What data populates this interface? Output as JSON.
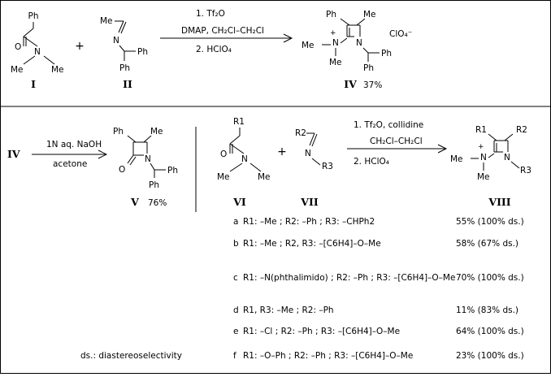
{
  "reaction1": {
    "compound1_substituents": {
      "top": "Ph",
      "o": "O",
      "n": "N",
      "me_left": "Me",
      "me_right": "Me"
    },
    "plus": "+",
    "compound2_substituents": {
      "me": "Me",
      "n": "N",
      "ph_right": "Ph",
      "ph_down": "Ph"
    },
    "steps": [
      "1.  Tf₂O",
      "DMAP,  CH₂Cl–CH₂Cl",
      "2.  HClO₄"
    ],
    "product": {
      "ph": "Ph",
      "me": "Me",
      "n_plus": "N",
      "plus": "+",
      "me1": "Me",
      "me2": "Me",
      "n": "N",
      "ph_right": "Ph",
      "ph_down": "Ph",
      "counterion": "ClO₄⁻",
      "yield": "37%"
    },
    "labels": {
      "i": "I",
      "ii": "II",
      "iv": "IV"
    }
  },
  "reaction2": {
    "start": "IV",
    "steps": [
      "1N  aq.  NaOH",
      "acetone"
    ],
    "product": {
      "ph": "Ph",
      "me": "Me",
      "o": "O",
      "n": "N",
      "ph_right": "Ph",
      "ph_down": "Ph"
    },
    "label": "V",
    "yield": "76%"
  },
  "reaction3": {
    "amide": {
      "r1": "R1",
      "o": "O",
      "n": "N",
      "me1": "Me",
      "me2": "Me"
    },
    "plus": "+",
    "imine": {
      "r2": "R2",
      "n": "N",
      "r3": "R3"
    },
    "steps": [
      "1.  Tf₂O,  collidine",
      "CH₂Cl–CH₂Cl",
      "2.  HClO₄"
    ],
    "product": {
      "r1": "R1",
      "r2": "R2",
      "n_plus": "N",
      "plus": "+",
      "me1": "Me",
      "me2": "Me",
      "n": "N",
      "r3": "R3"
    },
    "labels": {
      "vi": "VI",
      "vii": "VII",
      "viii": "VIII"
    }
  },
  "entries": [
    {
      "letter": "a",
      "desc": "R1: –Me ; R2: –Ph ; R3: –CHPh2",
      "yield": "55%  (100% ds.)"
    },
    {
      "letter": "b",
      "desc": "R1: –Me ; R2, R3: –[C6H4]–O–Me",
      "yield": "58%  (67% ds.)"
    },
    {
      "letter": "c",
      "desc": "R1: –N(phthalimido) ; R2: –Ph ; R3: –[C6H4]–O–Me",
      "yield": "70%  (100% ds.)"
    },
    {
      "letter": "d",
      "desc": "R1, R3: –Me ; R2: –Ph",
      "yield": "11%  (83% ds.)"
    },
    {
      "letter": "e",
      "desc": "R1: –Cl ; R2: –Ph ; R3: –[C6H4]–O–Me",
      "yield": "64%  (100% ds.)"
    },
    {
      "letter": "f",
      "desc": "R1: –O–Ph ; R2: –Ph ; R3: –[C6H4]–O–Me",
      "yield": "23%  (100% ds.)"
    }
  ],
  "footnote": "ds.:  diastereoselectivity"
}
